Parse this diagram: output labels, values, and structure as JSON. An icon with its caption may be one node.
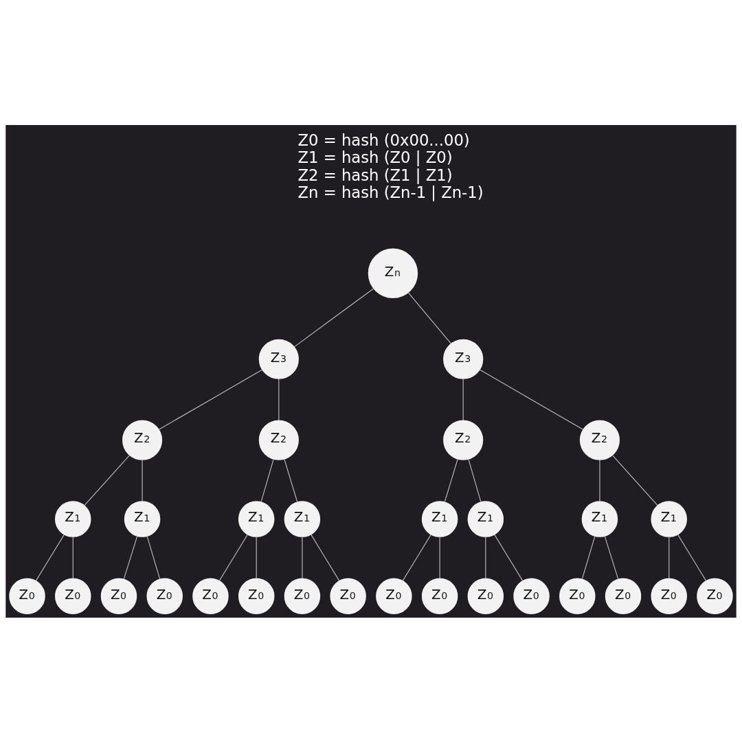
{
  "diagram": {
    "nodes": [
      {
        "text": [
          "Z$_{n}$"
        ]
      },
      {
        "text": [
          "Z$_{3}$"
        ]
      },
      {
        "text": [
          "Z$_{3}$"
        ]
      },
      {
        "text": [
          "Z$_{2}$"
        ]
      },
      {
        "text": [
          "Z$_{2}$"
        ]
      },
      {
        "text": [
          "Z$_{2}$"
        ]
      },
      {
        "text": [
          "Z$_{2}$"
        ]
      },
      {
        "text": [
          "Z$_{1}$"
        ]
      },
      {
        "text": [
          "Z$_{1}$"
        ]
      },
      {
        "text": [
          "Z$_{1}$"
        ]
      },
      {
        "text": [
          "Z$_{1}$"
        ]
      },
      {
        "text": [
          "Z$_{1}$"
        ]
      },
      {
        "text": [
          "Z$_{1}$"
        ]
      },
      {
        "text": [
          "Z$_{1}$"
        ]
      },
      {
        "text": [
          "Z$_{1}$"
        ]
      },
      {
        "text": [
          "Z$_{0}$"
        ]
      },
      {
        "text": [
          "Z$_{0}$"
        ]
      },
      {
        "text": [
          "Z$_{0}$"
        ]
      },
      {
        "text": [
          "Z$_{0}$"
        ]
      },
      {
        "text": [
          "Z$_{0}$"
        ]
      },
      {
        "text": [
          "Z$_{0}$"
        ]
      },
      {
        "text": [
          "Z$_{0}$"
        ]
      },
      {
        "text": [
          "Z$_{0}$"
        ]
      },
      {
        "text": [
          "Z$_{0}$"
        ]
      },
      {
        "text": [
          "Z$_{0}$"
        ]
      },
      {
        "text": [
          "Z$_{0}$"
        ]
      },
      {
        "text": [
          "Z$_{0}$"
        ]
      },
      {
        "text": [
          "Z$_{0}$"
        ]
      },
      {
        "text": [
          "Z$_{0}$"
        ]
      },
      {
        "text": [
          "Z$_{0}$"
        ]
      },
      {
        "text": [
          "Z$_{0}$"
        ]
      }
    ],
    "edges": [
      {
        "from": 0,
        "to": 1,
        "arrow": "none"
      },
      {
        "from": 0,
        "to": 2,
        "arrow": "none"
      },
      {
        "from": 1,
        "to": 3,
        "arrow": "none"
      },
      {
        "from": 1,
        "to": 4,
        "arrow": "none"
      },
      {
        "from": 2,
        "to": 5,
        "arrow": "none"
      },
      {
        "from": 2,
        "to": 6,
        "arrow": "none"
      },
      {
        "from": 3,
        "to": 7,
        "arrow": "none"
      },
      {
        "from": 3,
        "to": 8,
        "arrow": "none"
      },
      {
        "from": 4,
        "to": 9,
        "arrow": "none"
      },
      {
        "from": 4,
        "to": 10,
        "arrow": "none"
      },
      {
        "from": 5,
        "to": 11,
        "arrow": "none"
      },
      {
        "from": 5,
        "to": 12,
        "arrow": "none"
      },
      {
        "from": 6,
        "to": 13,
        "arrow": "none"
      },
      {
        "from": 6,
        "to": 14,
        "arrow": "none"
      },
      {
        "from": 7,
        "to": 15,
        "arrow": "none"
      },
      {
        "from": 7,
        "to": 16,
        "arrow": "none"
      },
      {
        "from": 8,
        "to": 17,
        "arrow": "none"
      },
      {
        "from": 8,
        "to": 18,
        "arrow": "none"
      },
      {
        "from": 9,
        "to": 19,
        "arrow": "none"
      },
      {
        "from": 9,
        "to": 20,
        "arrow": "none"
      },
      {
        "from": 10,
        "to": 21,
        "arrow": "none"
      },
      {
        "from": 10,
        "to": 22,
        "arrow": "none"
      },
      {
        "from": 11,
        "to": 23,
        "arrow": "none"
      },
      {
        "from": 11,
        "to": 24,
        "arrow": "none"
      },
      {
        "from": 12,
        "to": 25,
        "arrow": "none"
      },
      {
        "from": 12,
        "to": 26,
        "arrow": "none"
      },
      {
        "from": 13,
        "to": 27,
        "arrow": "none"
      },
      {
        "from": 13,
        "to": 28,
        "arrow": "none"
      },
      {
        "from": 14,
        "to": 29,
        "arrow": "none"
      },
      {
        "from": 14,
        "to": 30,
        "arrow": "none"
      }
    ],
    "labels": [
      "Z0 = hash (0x00...00)",
      "Z1 = hash (Z0 | Z0)",
      "Z2 = hash (Z1 | Z1)",
      "Zn = hash (Zn-1 | Zn-1)"
    ]
  }
}
